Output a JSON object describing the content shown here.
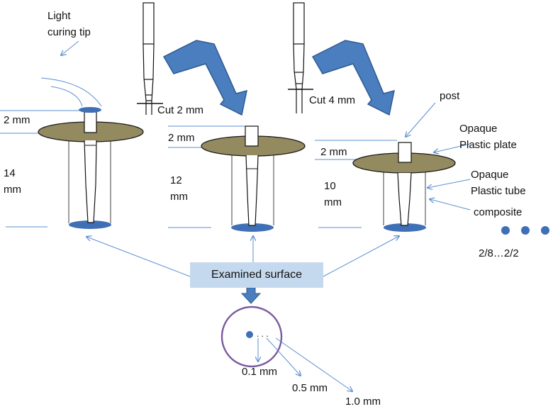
{
  "labels": {
    "light_curing_tip_line1": "Light",
    "light_curing_tip_line2": "curing tip",
    "cut_2mm": "Cut 2 mm",
    "cut_4mm": "Cut 4 mm",
    "post": "post",
    "opaque_plate_line1": "Opaque",
    "opaque_plate_line2": "Plastic plate",
    "opaque_tube_line1": "Opaque",
    "opaque_tube_line2": "Plastic tube",
    "composite": "composite",
    "dots_range": "2/8…2/2",
    "examined_surface": "Examined surface",
    "dots_small": ". . .",
    "d_0_1": "0.1 mm",
    "d_0_5": "0.5 mm",
    "d_1_0": "1.0 mm"
  },
  "specimens": [
    {
      "height_line1": "14",
      "height_line2": "mm",
      "top_label": "2 mm"
    },
    {
      "height_line1": "12",
      "height_line2": "mm",
      "top_label": "2 mm"
    },
    {
      "height_line1": "10",
      "height_line2": "mm",
      "top_label": "2 mm"
    }
  ],
  "colors": {
    "plate_fill": "#938a60",
    "plate_stroke": "#1a1a1a",
    "blue_fill": "#3f6fb5",
    "arrow_blue": "#4a7ebf",
    "arrow_blue_dark": "#2e5a91",
    "leader_line": "#5b8fd0",
    "callout_box": "#c5d9ee",
    "circle_stroke": "#7a5a9e"
  }
}
